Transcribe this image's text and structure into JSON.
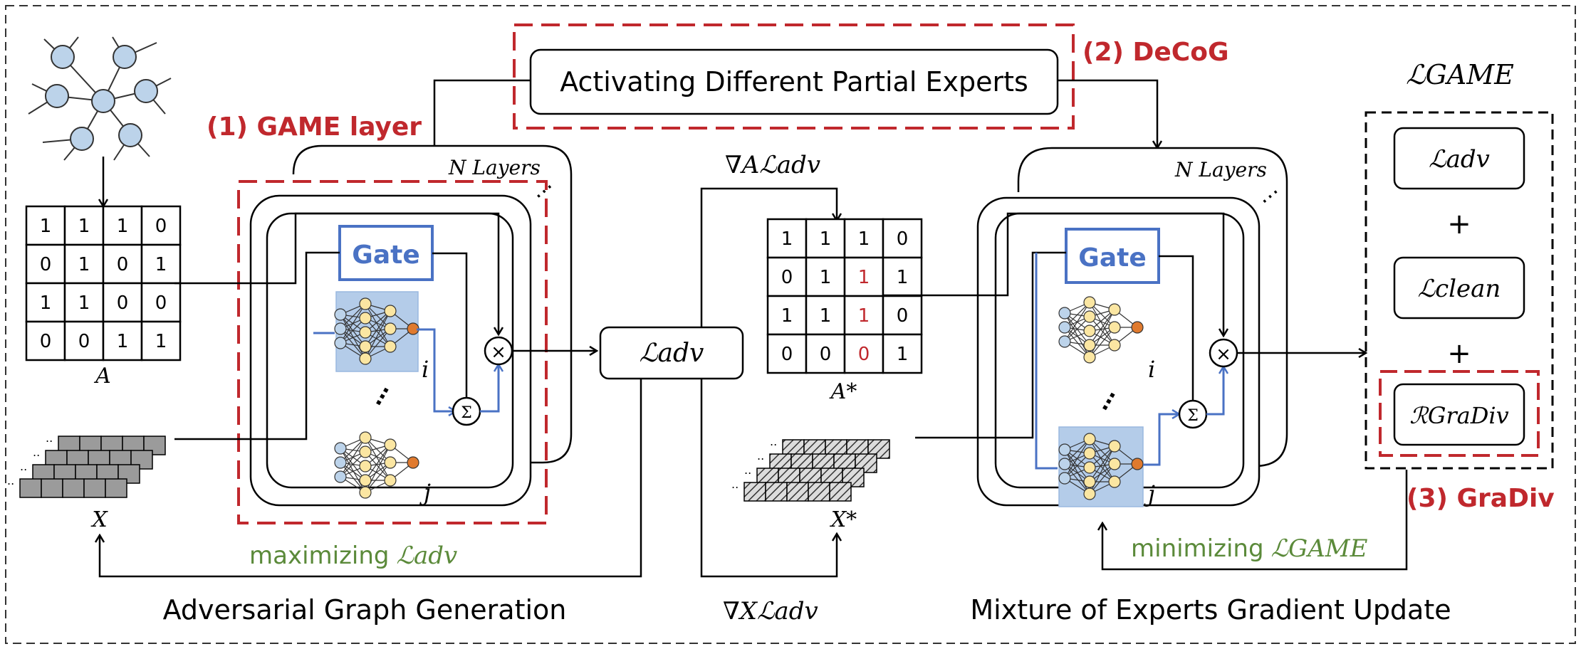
{
  "figure": {
    "annotations": {
      "game_layer": "(1) GAME layer",
      "decog": "(2) DeCoG",
      "gradiv": "(3) GraDiv"
    },
    "top_box": "Activating Different Partial Experts",
    "n_layers": "N Layers",
    "gate": "Gate",
    "expert_i": "i",
    "expert_j": "j",
    "ellipsis": "⋯",
    "sum": "Σ",
    "mult": "×",
    "matrix_a": {
      "label": "A",
      "rows": [
        [
          "1",
          "1",
          "1",
          "0"
        ],
        [
          "0",
          "1",
          "0",
          "1"
        ],
        [
          "1",
          "1",
          "0",
          "0"
        ],
        [
          "0",
          "0",
          "1",
          "1"
        ]
      ]
    },
    "matrix_a_star": {
      "label": "A*",
      "rows": [
        [
          "1",
          "1",
          "1",
          "0"
        ],
        [
          "0",
          "1",
          "1",
          "1"
        ],
        [
          "1",
          "1",
          "1",
          "0"
        ],
        [
          "0",
          "0",
          "0",
          "1"
        ]
      ],
      "changed_color": "#c0282d"
    },
    "features_x": {
      "label": "X"
    },
    "features_x_star": {
      "label": "X*"
    },
    "loss_adv": "ℒadv",
    "grad_a": "∇Aℒadv",
    "grad_x": "∇Xℒadv",
    "maximizing": {
      "word": "maximizing",
      "loss": "ℒadv"
    },
    "minimizing": {
      "word": "minimizing",
      "loss": "ℒGAME"
    },
    "loss_box": {
      "title": "ℒGAME",
      "l_adv": "ℒadv",
      "plus": "+",
      "l_clean": "ℒclean",
      "r_gradiv": "ℛGraDiv"
    },
    "captions": {
      "left": "Adversarial Graph Generation",
      "right": "Mixture of Experts Gradient Update"
    },
    "colors": {
      "red_dashed": "#c0282d",
      "blue": "#4a72c4",
      "green": "#5b8a3a",
      "node_fill": "#bcd3ea",
      "expert_fill": "#b4cce9",
      "neuron_yellow": "#fbe6a2",
      "neuron_orange": "#e07a2e",
      "neuron_blue": "#bcd3ea"
    }
  }
}
